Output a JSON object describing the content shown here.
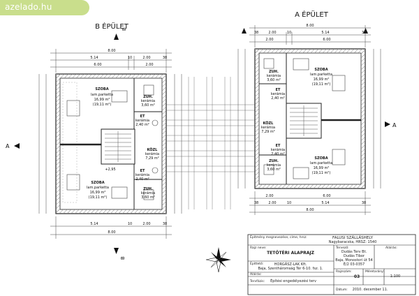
{
  "watermark": "azelado.hu",
  "building_b": {
    "title": "B ÉPÜLET",
    "section_top": "B",
    "section_bottom": "B",
    "section_left": "A",
    "rooms": [
      {
        "name": "SZOBA",
        "floor": "lam.parketta",
        "area": "16,99 m²",
        "area2": "(19,11 m²)"
      },
      {
        "name": "ZUH.",
        "floor": "kerámia",
        "area": "3,60 m²"
      },
      {
        "name": "ET",
        "floor": "kerámia",
        "area": "2,40 m²"
      },
      {
        "name": "KÖZL",
        "floor": "kerámia",
        "area": "7,29 m²"
      },
      {
        "name": "ET",
        "floor": "kerámia",
        "area": "2,40 m²"
      },
      {
        "name": "SZOBA",
        "floor": "lam.parketta",
        "area": "16,99 m²",
        "area2": "(19,11 m²)"
      },
      {
        "name": "ZUH.",
        "floor": "kerámia",
        "area": "3,60 m²"
      }
    ],
    "level_mark": "+2,95",
    "dims_top_1": [
      "5.14",
      "10",
      "2.00",
      "38"
    ],
    "dims_top_2": [
      "6.00",
      "2.00"
    ],
    "dims_top_3": "8.00",
    "dims_bottom_1": [
      "5.14",
      "10",
      "2.00",
      "38"
    ],
    "dims_bottom_2": "8.00"
  },
  "building_a": {
    "title": "A ÉPÜLET",
    "section_right": "A",
    "rooms": [
      {
        "name": "ZUH.",
        "floor": "kerámia",
        "area": "3,60 m²"
      },
      {
        "name": "SZOBA",
        "floor": "lam.parketta",
        "area": "16,99 m²",
        "area2": "(19,11 m²)"
      },
      {
        "name": "ET",
        "floor": "kerámia",
        "area": "2,40 m²"
      },
      {
        "name": "KÖZL",
        "floor": "kerámia",
        "area": "7,29 m²"
      },
      {
        "name": "ET",
        "floor": "kerámia",
        "area": "2,40 m²"
      },
      {
        "name": "ZUH.",
        "floor": "kerámia",
        "area": "3,60 m²"
      },
      {
        "name": "SZOBA",
        "floor": "lam.parketta",
        "area": "16,99 m²",
        "area2": "(19,11 m²)"
      }
    ],
    "dims_top_1": "8.00",
    "dims_top_2": [
      "38",
      "2.00",
      "10",
      "5.14",
      "38"
    ],
    "dims_top_3": [
      "2.00",
      "6.00"
    ],
    "dims_bottom_1": [
      "2.00",
      "6.00"
    ],
    "dims_bottom_2": [
      "38",
      "2.00",
      "10",
      "5.14",
      "38"
    ],
    "dims_bottom_3": "8.00"
  },
  "title_block": {
    "header_label": "Építmény megnevezése, címe, hrsz:",
    "project_name": "FALUSI SZÁLLÁSHELY",
    "project_addr": "Nagybaracska,     HRSZ: 1540",
    "drawing_label": "Rajz neve:",
    "drawing_name": "TETŐTÉRI ALAPRAJZ",
    "designer_label": "Tervező:",
    "designer_lines": [
      "Dudás Terv Bt.",
      "Dudás Tibor",
      "Baja, Monostori út 54",
      "É/2 03-0357"
    ],
    "signature_label": "Aláírás:",
    "builder_label": "Építtető:",
    "builder_lines": [
      "HORGÁSZ-LAK Kft.",
      "Baja, Szentháromság Tér 6-10. fsz. 1."
    ],
    "signature2_label": "Aláírás:",
    "sheet_no_label": "Rajzszám:",
    "sheet_no": "03",
    "scale_label": "Méretarány:",
    "scale": "1:100",
    "phase_label": "Tervfázis:",
    "phase": "Építési engedélyezési terv",
    "date_label": "Dátum:",
    "date": "2010. december 11."
  },
  "colors": {
    "line": "#222222",
    "dim": "#444444",
    "hatch": "#888888",
    "watermark_bg": "#c9de8c"
  }
}
